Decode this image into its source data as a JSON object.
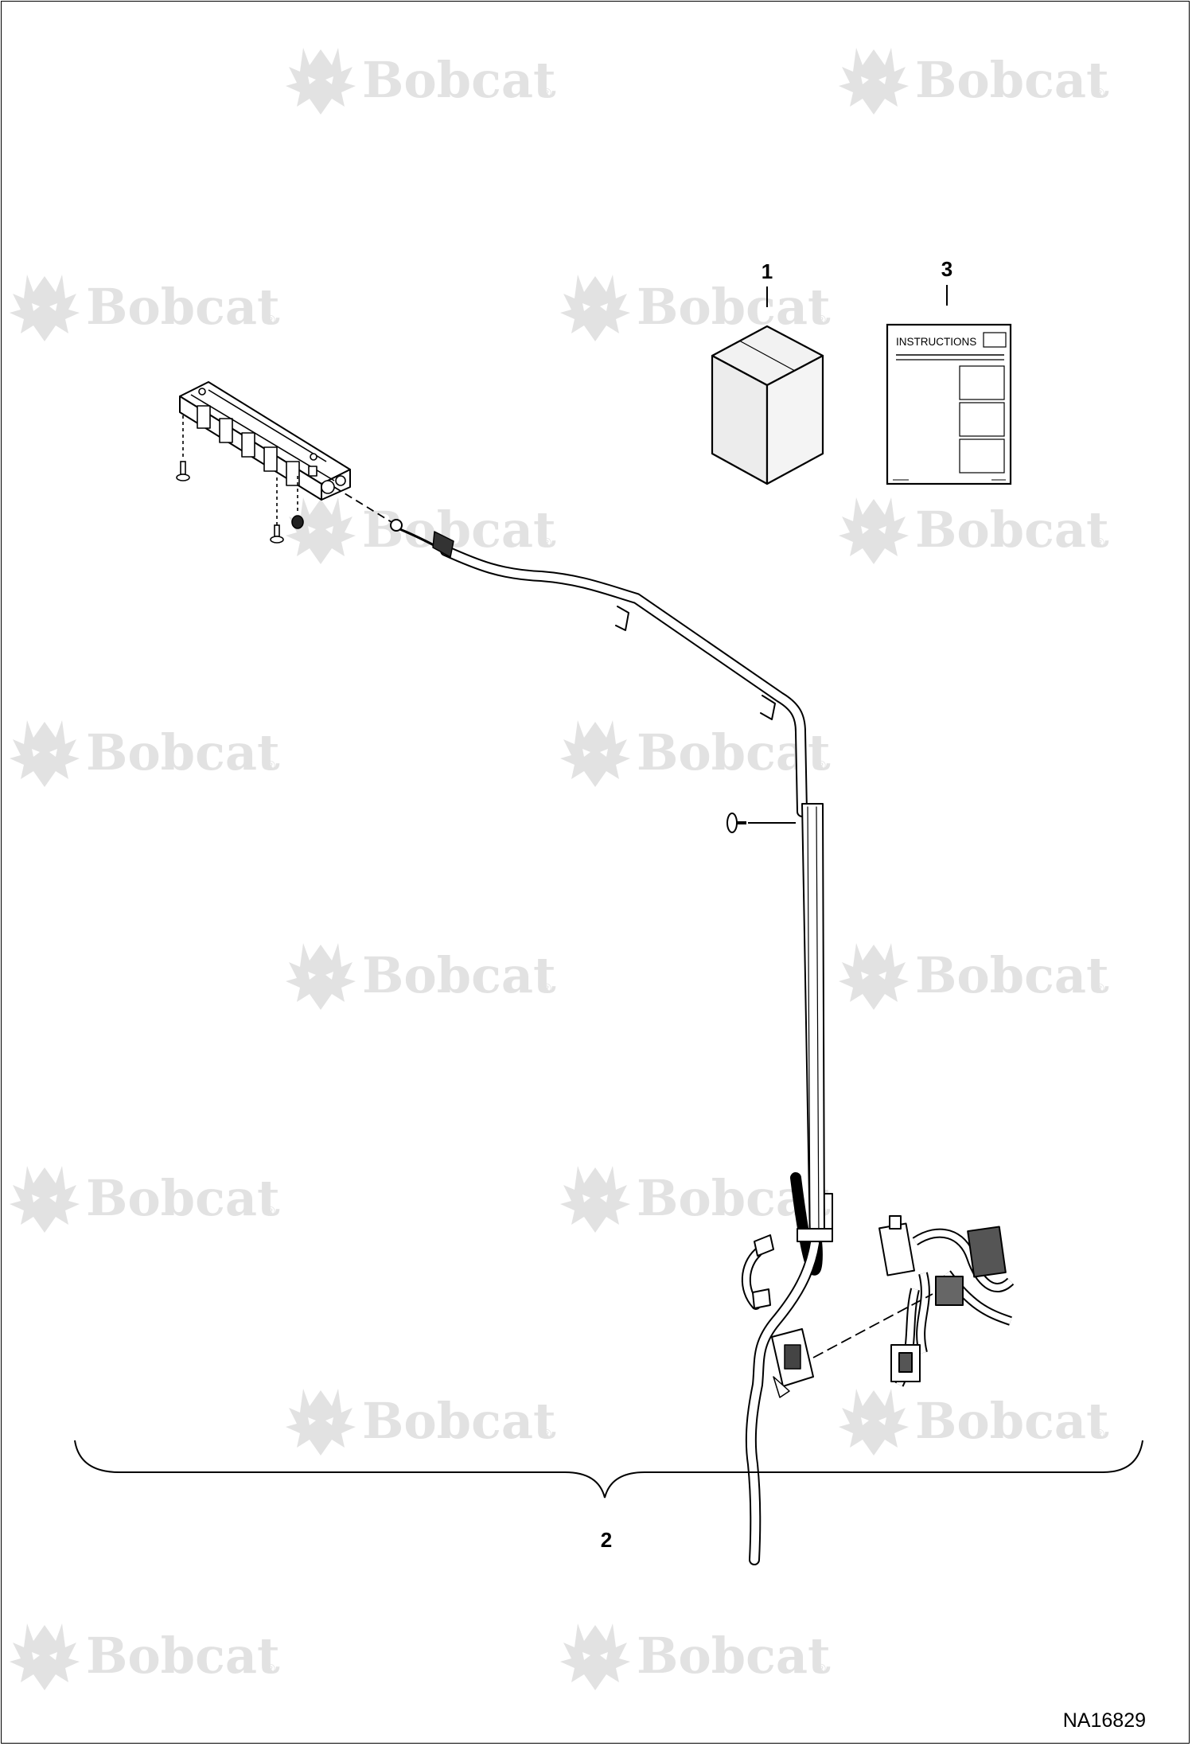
{
  "watermark": {
    "brand": "Bobcat",
    "registered": "®",
    "color": "#e2e2e2"
  },
  "callouts": {
    "item1": "1",
    "item2": "2",
    "item3": "3"
  },
  "instructions": {
    "heading": "INSTRUCTIONS"
  },
  "figure_code": "NA16829",
  "colors": {
    "line": "#000000",
    "box_face": "#efefef",
    "harness": "#ffffff"
  },
  "icons": [
    "bobcat-logo-watermark",
    "parts-box-icon",
    "instruction-sheet-icon"
  ]
}
